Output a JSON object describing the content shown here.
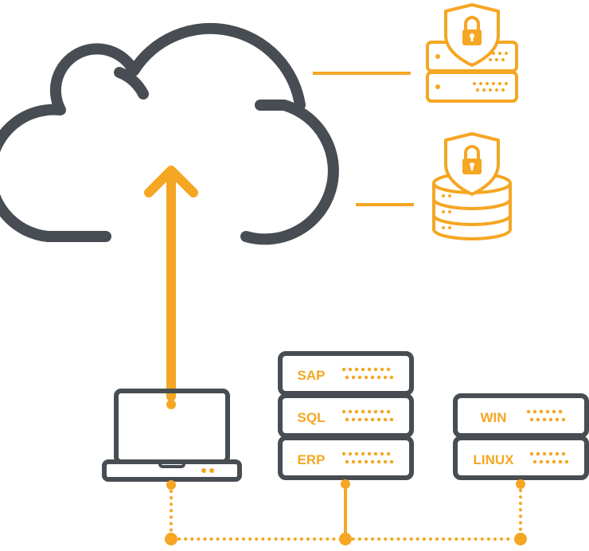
{
  "colors": {
    "accent": "#F5A623",
    "dark": "#474D52",
    "background": "#FFFFFF"
  },
  "icons": {
    "cloud": "cloud-icon",
    "upload_arrow": "upload-arrow-icon",
    "secure_server": "shield-lock-server-icon",
    "secure_database": "shield-lock-database-icon",
    "laptop": "laptop-icon"
  },
  "server_stack_a": {
    "labels": [
      "SAP",
      "SQL",
      "ERP"
    ]
  },
  "server_stack_b": {
    "labels": [
      "WIN",
      "LINUX"
    ]
  }
}
